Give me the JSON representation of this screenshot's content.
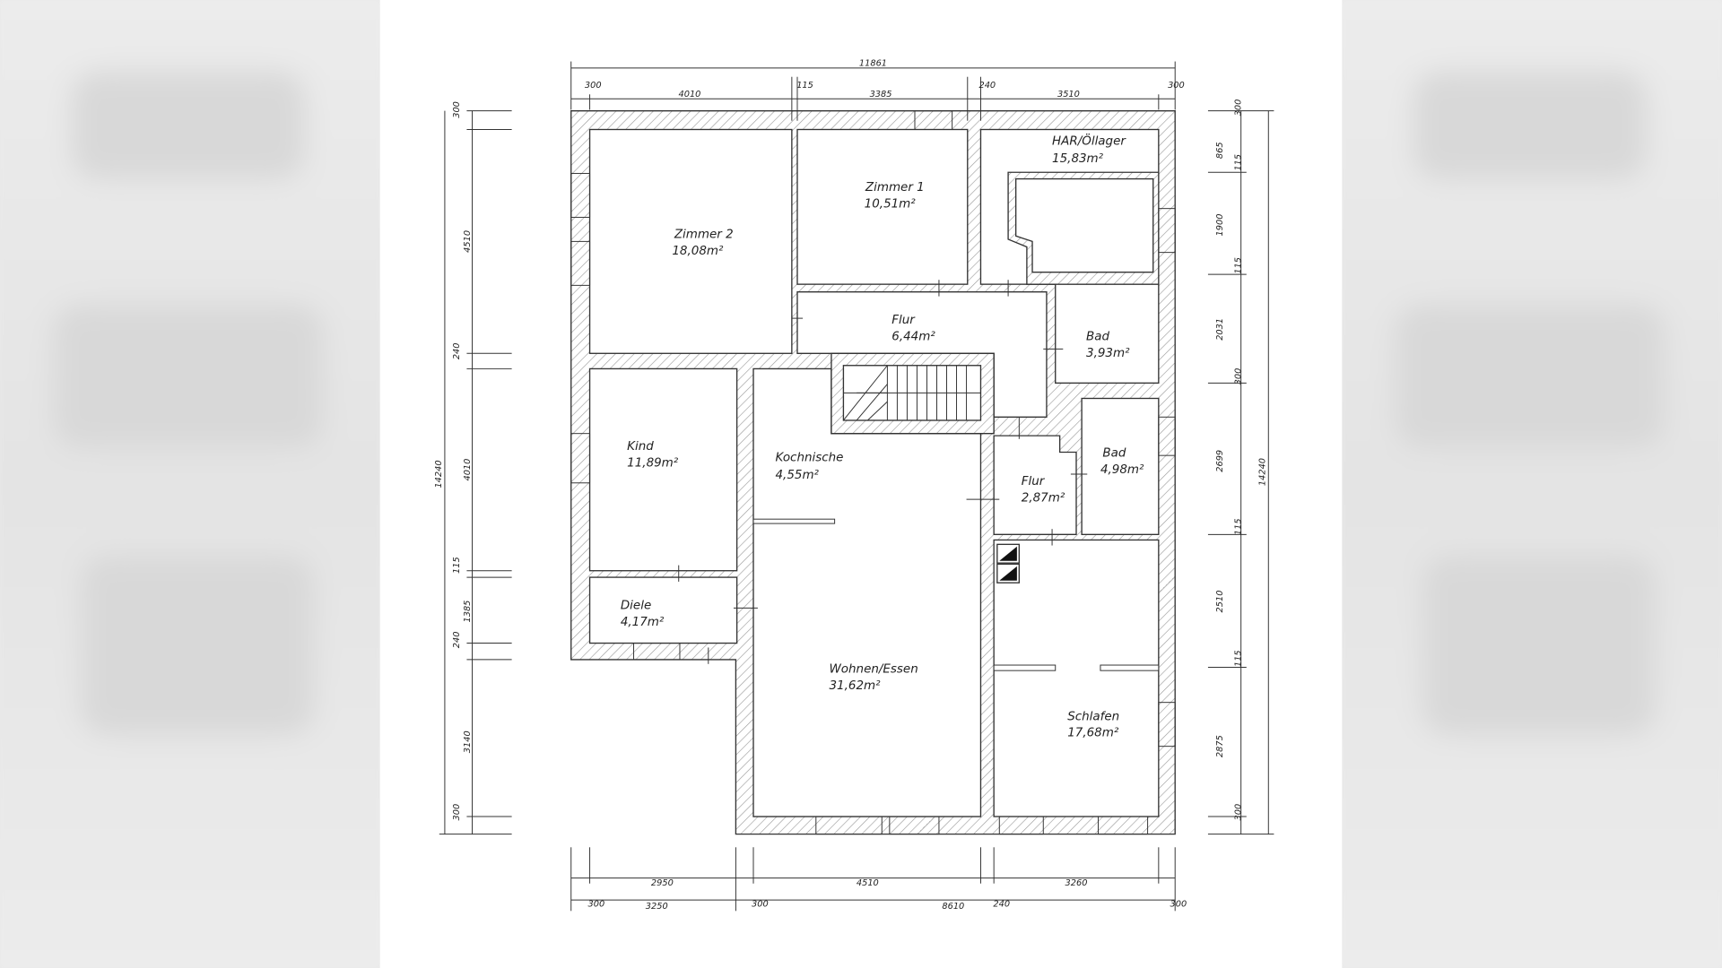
{
  "rooms": [
    {
      "name": "Zimmer 2",
      "area": "18,08m²"
    },
    {
      "name": "Zimmer 1",
      "area": "10,51m²"
    },
    {
      "name": "HAR/Öllager",
      "area": "15,83m²"
    },
    {
      "name": "Flur",
      "area": "6,44m²"
    },
    {
      "name": "Bad",
      "area": "3,93m²"
    },
    {
      "name": "Kind",
      "area": "11,89m²"
    },
    {
      "name": "Kochnische",
      "area": "4,55m²"
    },
    {
      "name": "Flur",
      "area": "2,87m²"
    },
    {
      "name": "Bad",
      "area": "4,98m²"
    },
    {
      "name": "Diele",
      "area": "4,17m²"
    },
    {
      "name": "Wohnen/Essen",
      "area": "31,62m²"
    },
    {
      "name": "Schlafen",
      "area": "17,68m²"
    }
  ],
  "dimensions": {
    "top": {
      "total": "11861",
      "segments": [
        "300",
        "4010",
        "115",
        "3385",
        "240",
        "3510",
        "300"
      ]
    },
    "left": {
      "total": "14240",
      "segments": [
        "300",
        "4510",
        "240",
        "4010",
        "115",
        "1385",
        "240",
        "3140",
        "300"
      ]
    },
    "right": {
      "total": "14240",
      "segments": [
        "300",
        "865",
        "115",
        "1900",
        "115",
        "2031",
        "300",
        "2699",
        "115",
        "2510",
        "115",
        "2875",
        "300"
      ]
    },
    "bottom": {
      "row1": [
        "2950",
        "4510",
        "3260"
      ],
      "row2": [
        "300",
        "3250",
        "300",
        "8610",
        "240",
        "300"
      ]
    }
  }
}
